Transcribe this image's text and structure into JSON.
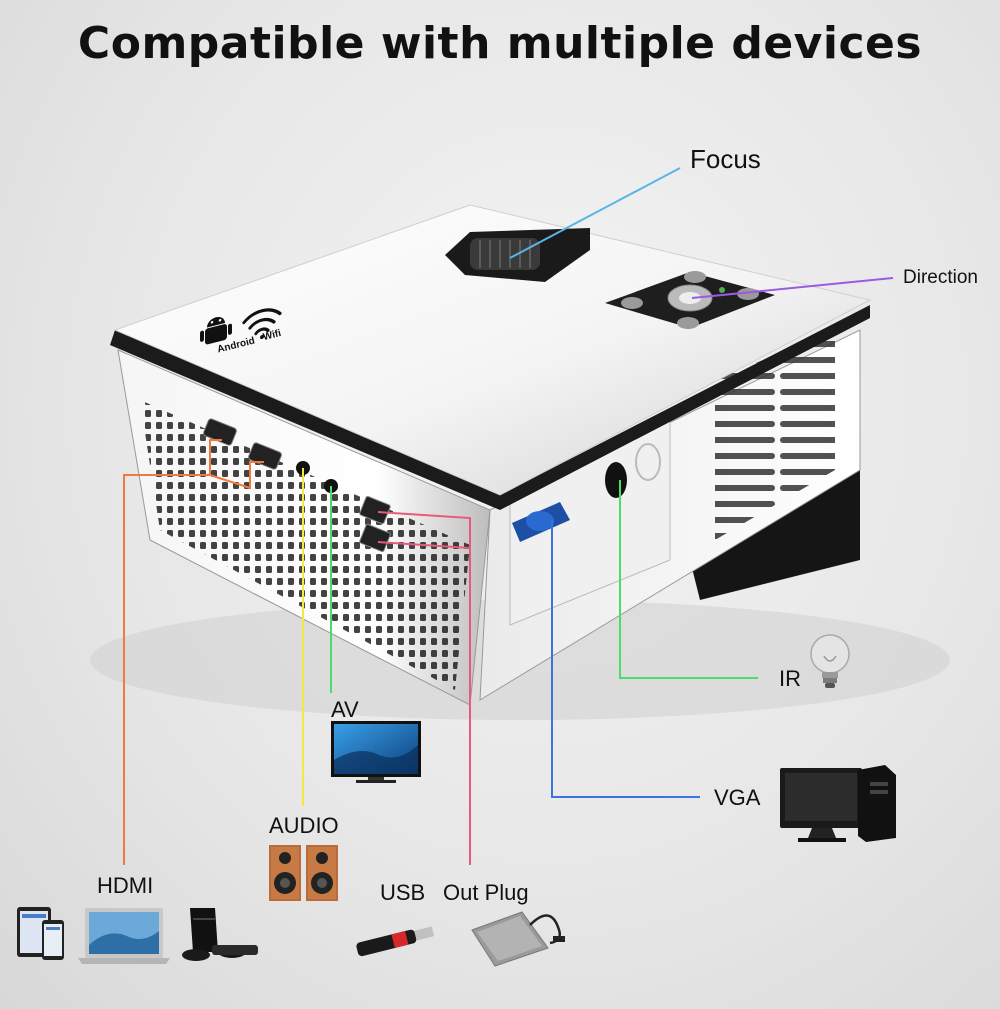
{
  "headline": "Compatible with multiple devices",
  "callouts": {
    "focus": "Focus",
    "direction": "Direction",
    "ir": "IR",
    "vga": "VGA",
    "av": "AV",
    "audio": "AUDIO",
    "hdmi": "HDMI",
    "usb": "USB",
    "out_plug": "Out Plug"
  },
  "branding": {
    "android": "Android",
    "wifi": "Wifi"
  },
  "colors": {
    "focus_line": "#5ab4e6",
    "direction_line": "#9b59e6",
    "ir_line": "#4ddc6a",
    "vga_line": "#3a74e0",
    "av_line": "#4ddc6a",
    "audio_line": "#f2ea3c",
    "hdmi_line": "#f07a3e",
    "usb_line": "#e85a7a"
  },
  "icons": [
    "android-icon",
    "wifi-icon",
    "lightbulb-icon",
    "desktop-computer-icon",
    "television-icon",
    "speakers-icon",
    "tablet-icon",
    "phone-icon",
    "laptop-icon",
    "game-console-icon",
    "usb-flash-drive-icon",
    "external-hard-drive-icon"
  ]
}
